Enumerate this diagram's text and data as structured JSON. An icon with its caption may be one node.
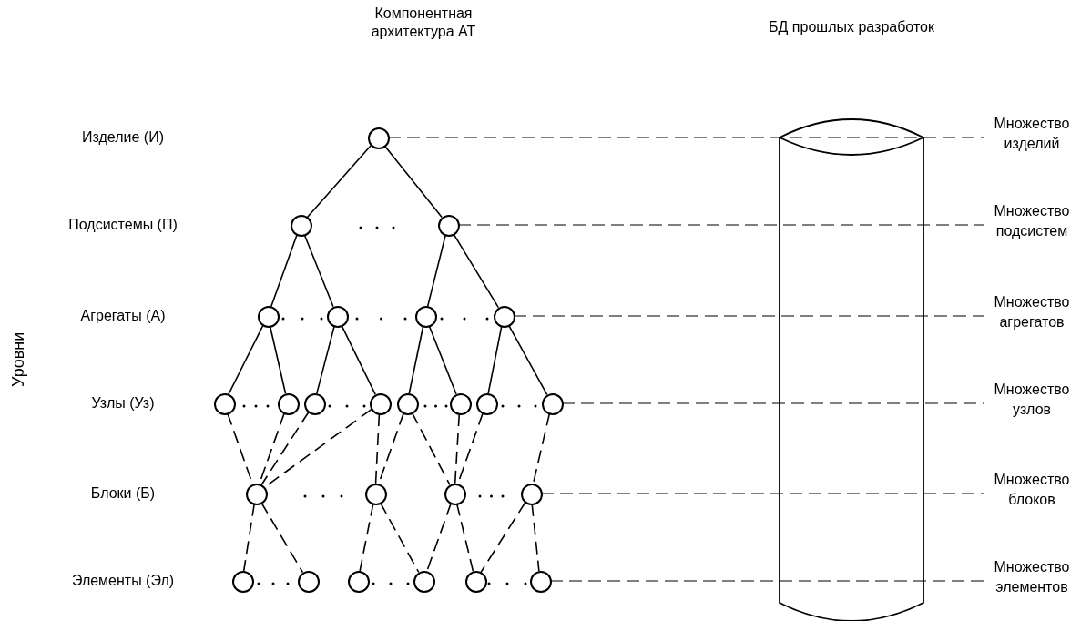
{
  "diagram": {
    "title": "Компонентная архитектура АТ",
    "nodes": [
      {
        "text": [],
        "shape": "circle"
      },
      {
        "text": [],
        "shape": "circle"
      },
      {
        "text": [],
        "shape": "circle"
      },
      {
        "text": [],
        "shape": "circle"
      },
      {
        "text": [],
        "shape": "circle"
      },
      {
        "text": [],
        "shape": "circle"
      },
      {
        "text": [],
        "shape": "circle"
      },
      {
        "text": [],
        "shape": "circle"
      },
      {
        "text": [],
        "shape": "circle"
      },
      {
        "text": [],
        "shape": "circle"
      },
      {
        "text": [],
        "shape": "circle"
      },
      {
        "text": [],
        "shape": "circle"
      },
      {
        "text": [],
        "shape": "circle"
      },
      {
        "text": [],
        "shape": "circle"
      },
      {
        "text": [],
        "shape": "circle"
      },
      {
        "text": [],
        "shape": "circle"
      },
      {
        "text": [],
        "shape": "circle"
      },
      {
        "text": [],
        "shape": "circle"
      },
      {
        "text": [],
        "shape": "circle"
      },
      {
        "text": [],
        "shape": "circle"
      },
      {
        "text": [],
        "shape": "circle"
      },
      {
        "text": [],
        "shape": "circle"
      },
      {
        "text": [],
        "shape": "circle"
      },
      {
        "text": [],
        "shape": "circle"
      },
      {
        "text": [],
        "shape": "circle"
      },
      {
        "text": [
          "БД прошлых разработок"
        ]
      },
      {
        "text": [
          "Множество изделий"
        ]
      },
      {
        "text": [
          "Множество подсистем"
        ]
      },
      {
        "text": [
          "Множество агрегатов"
        ]
      },
      {
        "text": [
          "Множество узлов"
        ]
      },
      {
        "text": [
          "Множество блоков"
        ]
      },
      {
        "text": [
          "Множество элементов"
        ]
      }
    ],
    "edges": [
      {
        "from": 0,
        "to": 1,
        "arrow": "none"
      },
      {
        "from": 0,
        "to": 2,
        "arrow": "none"
      },
      {
        "from": 1,
        "to": 3,
        "arrow": "none"
      },
      {
        "from": 1,
        "to": 4,
        "arrow": "none"
      },
      {
        "from": 2,
        "to": 5,
        "arrow": "none"
      },
      {
        "from": 2,
        "to": 6,
        "arrow": "none"
      },
      {
        "from": 3,
        "to": 7,
        "arrow": "none"
      },
      {
        "from": 3,
        "to": 8,
        "arrow": "none"
      },
      {
        "from": 4,
        "to": 9,
        "arrow": "none"
      },
      {
        "from": 4,
        "to": 10,
        "arrow": "none"
      },
      {
        "from": 5,
        "to": 11,
        "arrow": "none"
      },
      {
        "from": 5,
        "to": 12,
        "arrow": "none"
      },
      {
        "from": 6,
        "to": 13,
        "arrow": "none"
      },
      {
        "from": 6,
        "to": 14,
        "arrow": "none"
      },
      {
        "from": 7,
        "to": 15,
        "arrow": "none",
        "style": "dashed"
      },
      {
        "from": 8,
        "to": 15,
        "arrow": "none",
        "style": "dashed"
      },
      {
        "from": 9,
        "to": 15,
        "arrow": "none",
        "style": "dashed"
      },
      {
        "from": 10,
        "to": 15,
        "arrow": "none",
        "style": "dashed"
      },
      {
        "from": 10,
        "to": 16,
        "arrow": "none",
        "style": "dashed"
      },
      {
        "from": 11,
        "to": 16,
        "arrow": "none",
        "style": "dashed"
      },
      {
        "from": 11,
        "to": 17,
        "arrow": "none",
        "style": "dashed"
      },
      {
        "from": 12,
        "to": 17,
        "arrow": "none",
        "style": "dashed"
      },
      {
        "from": 13,
        "to": 17,
        "arrow": "none",
        "style": "dashed"
      },
      {
        "from": 14,
        "to": 18,
        "arrow": "none",
        "style": "dashed"
      },
      {
        "from": 15,
        "to": 19,
        "arrow": "none",
        "style": "dashed"
      },
      {
        "from": 15,
        "to": 20,
        "arrow": "none",
        "style": "dashed"
      },
      {
        "from": 16,
        "to": 21,
        "arrow": "none",
        "style": "dashed"
      },
      {
        "from": 16,
        "to": 22,
        "arrow": "none",
        "style": "dashed"
      },
      {
        "from": 17,
        "to": 22,
        "arrow": "none",
        "style": "dashed"
      },
      {
        "from": 17,
        "to": 23,
        "arrow": "none",
        "style": "dashed"
      },
      {
        "from": 18,
        "to": 23,
        "arrow": "none",
        "style": "dashed"
      },
      {
        "from": 18,
        "to": 24,
        "arrow": "none",
        "style": "dashed"
      },
      {
        "from": 0,
        "to": 26,
        "arrow": "none",
        "style": "dashed"
      },
      {
        "from": 2,
        "to": 27,
        "arrow": "none",
        "style": "dashed"
      },
      {
        "from": 6,
        "to": 28,
        "arrow": "none",
        "style": "dashed"
      },
      {
        "from": 14,
        "to": 29,
        "arrow": "none",
        "style": "dashed"
      },
      {
        "from": 18,
        "to": 30,
        "arrow": "none",
        "style": "dashed"
      },
      {
        "from": 24,
        "to": 31,
        "arrow": "none",
        "style": "dashed"
      }
    ],
    "labels": [
      "Изделие (И)",
      "Подсистемы (П)",
      "Агрегаты (А)",
      "Узлы (Уз)",
      "Блоки (Б)",
      "Элементы (Эл)",
      "Уровни"
    ]
  }
}
